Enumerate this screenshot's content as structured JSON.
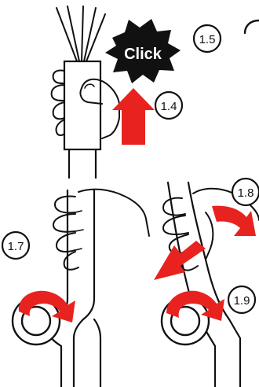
{
  "callout": "Click",
  "steps": {
    "s1_4": "1.4",
    "s1_5": "1.5",
    "s1_7": "1.7",
    "s1_8": "1.8",
    "s1_9": "1.9"
  },
  "colors": {
    "arrow": "#e8231f",
    "ink": "#111111",
    "burst": "#111111"
  },
  "icons": [
    "starburst-icon",
    "up-arrow-icon",
    "rotate-arrow-icon",
    "twist-arrow-icon"
  ]
}
